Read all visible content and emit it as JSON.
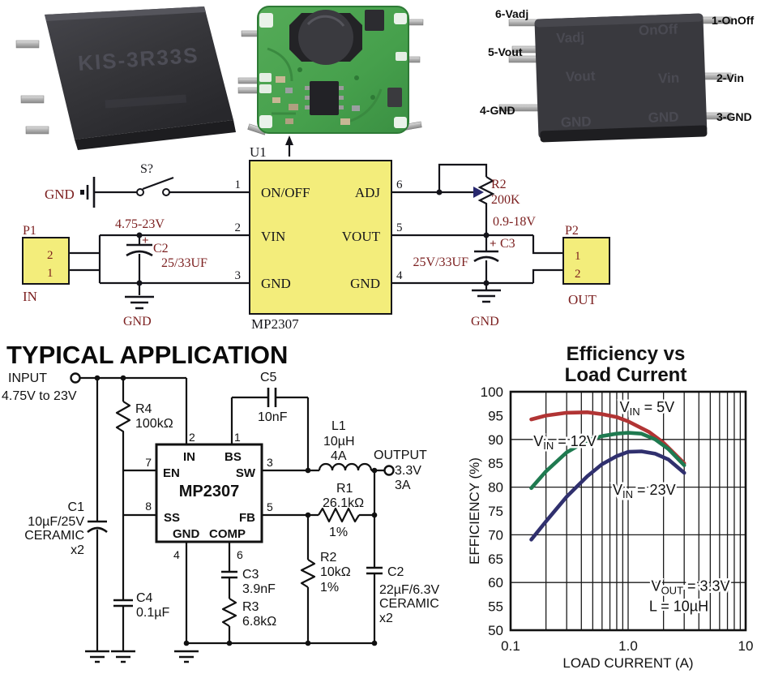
{
  "photos": {
    "module_top": {
      "marking": "KIS-3R33S"
    },
    "module_bottom": {
      "label_6": "6-Vadj",
      "label_5": "5-Vout",
      "label_4": "4-GND",
      "label_1": "1-OnOff",
      "label_2": "2-Vin",
      "label_3": "3-GND",
      "embossed_vadj": "Vadj",
      "embossed_onoff": "OnOff",
      "embossed_vout": "Vout",
      "embossed_vin": "Vin",
      "embossed_gnd_left": "GND",
      "embossed_gnd_right": "GND"
    }
  },
  "schematic": {
    "u1_ref": "U1",
    "u1_part": "MP2307",
    "pin1_num": "1",
    "pin1_name": "ON/OFF",
    "pin2_num": "2",
    "pin2_name": "VIN",
    "pin3_num": "3",
    "pin3_name": "GND",
    "pin6_num": "6",
    "pin6_name": "ADJ",
    "pin5_num": "5",
    "pin5_name": "VOUT",
    "pin4_num": "4",
    "pin4_name": "GND",
    "gnd_battery": "GND",
    "switch_ref": "S?",
    "input_voltage": "4.75-23V",
    "p1_ref": "P1",
    "p1_pin_top": "2",
    "p1_pin_bottom": "1",
    "p1_label": "IN",
    "c2_plus": "+",
    "c2_ref": "C2",
    "c2_value": "25/33UF",
    "gnd_input": "GND",
    "r2_ref": "R2",
    "r2_value": "200K",
    "adj_voltage": "0.9-18V",
    "c3_plus": "+",
    "c3_ref": "C3",
    "c3_value": "25V/33UF",
    "gnd_output": "GND",
    "p2_ref": "P2",
    "p2_pin_top": "1",
    "p2_pin_bottom": "2",
    "p2_label": "OUT"
  },
  "application": {
    "title": "TYPICAL APPLICATION",
    "input_label": "INPUT",
    "input_range": "4.75V to 23V",
    "output_label": "OUTPUT",
    "output_volts": "3.3V",
    "output_amps": "3A",
    "chip_part": "MP2307",
    "pin_in_num": "2",
    "pin_in": "IN",
    "pin_bs_num": "1",
    "pin_bs": "BS",
    "pin_en_num": "7",
    "pin_en": "EN",
    "pin_sw_num": "3",
    "pin_sw": "SW",
    "pin_ss_num": "8",
    "pin_ss": "SS",
    "pin_fb_num": "5",
    "pin_fb": "FB",
    "pin_gnd_num": "4",
    "pin_gnd": "GND",
    "pin_comp_num": "6",
    "pin_comp": "COMP",
    "r4_ref": "R4",
    "r4_value": "100kΩ",
    "c5_ref": "C5",
    "c5_value": "10nF",
    "l1_ref": "L1",
    "l1_value": "10µH",
    "l1_current": "4A",
    "r1_ref": "R1",
    "r1_value": "26.1kΩ",
    "r1_tol": "1%",
    "r2_ref": "R2",
    "r2_value": "10kΩ",
    "r2_tol": "1%",
    "r3_ref": "R3",
    "r3_value": "6.8kΩ",
    "c1_ref": "C1",
    "c1_value": "10µF/25V",
    "c1_type": "CERAMIC",
    "c1_qty": "x2",
    "c2_ref": "C2",
    "c2_value": "22µF/6.3V",
    "c2_type": "CERAMIC",
    "c2_qty": "x2",
    "c3_ref": "C3",
    "c3_value": "3.9nF",
    "c4_ref": "C4",
    "c4_value": "0.1µF"
  },
  "chart_data": {
    "type": "line",
    "title_lines": [
      "Efficiency vs",
      "Load Current"
    ],
    "xlabel": "LOAD CURRENT (A)",
    "ylabel": "EFFICIENCY (%)",
    "x_scale": "log",
    "xlim": [
      0.1,
      10
    ],
    "ylim": [
      50,
      100
    ],
    "x_ticks": [
      {
        "v": 0.1,
        "label": "0.1"
      },
      {
        "v": 1,
        "label": "1.0"
      },
      {
        "v": 10,
        "label": "10"
      }
    ],
    "y_tick_step": 5,
    "y_grid_step": 10,
    "grid": true,
    "legend": "inline-labels",
    "series": [
      {
        "name": "VIN = 5V",
        "label": {
          "pre": "V",
          "sub": "IN",
          "post": " = 5V"
        },
        "color": "#b13434",
        "label_pos": [
          1.45,
          96.8
        ],
        "points": [
          [
            0.15,
            94.2
          ],
          [
            0.2,
            95.0
          ],
          [
            0.3,
            95.6
          ],
          [
            0.45,
            95.7
          ],
          [
            0.6,
            95.3
          ],
          [
            0.8,
            94.7
          ],
          [
            1.0,
            93.8
          ],
          [
            1.5,
            91.6
          ],
          [
            2.0,
            89.3
          ],
          [
            3.0,
            85.0
          ]
        ]
      },
      {
        "name": "VIN = 12V",
        "label": {
          "pre": "V",
          "sub": "IN",
          "post": " = 12V"
        },
        "color": "#1f7a50",
        "label_pos": [
          0.29,
          89.6
        ],
        "points": [
          [
            0.15,
            79.8
          ],
          [
            0.2,
            83.3
          ],
          [
            0.3,
            87.3
          ],
          [
            0.45,
            89.8
          ],
          [
            0.6,
            90.7
          ],
          [
            0.8,
            91.2
          ],
          [
            1.0,
            91.4
          ],
          [
            1.3,
            91.2
          ],
          [
            1.7,
            90.0
          ],
          [
            2.2,
            88.0
          ],
          [
            3.0,
            84.6
          ]
        ]
      },
      {
        "name": "VIN = 23V",
        "label": {
          "pre": "V",
          "sub": "IN",
          "post": " = 23V"
        },
        "color": "#30306e",
        "label_pos": [
          1.37,
          79.4
        ],
        "points": [
          [
            0.15,
            69.0
          ],
          [
            0.2,
            72.8
          ],
          [
            0.3,
            78.0
          ],
          [
            0.45,
            82.3
          ],
          [
            0.6,
            84.8
          ],
          [
            0.8,
            86.5
          ],
          [
            1.0,
            87.4
          ],
          [
            1.3,
            87.5
          ],
          [
            1.7,
            87.0
          ],
          [
            2.2,
            85.8
          ],
          [
            3.0,
            83.0
          ]
        ]
      }
    ],
    "annotations": [
      {
        "pre": "V",
        "sub": "OUT",
        "post": " = 3.3V",
        "pos": [
          3.4,
          59.3
        ]
      },
      {
        "pre": "L = 10µH",
        "sub": "",
        "post": "",
        "pos": [
          2.7,
          55.0
        ]
      }
    ]
  }
}
